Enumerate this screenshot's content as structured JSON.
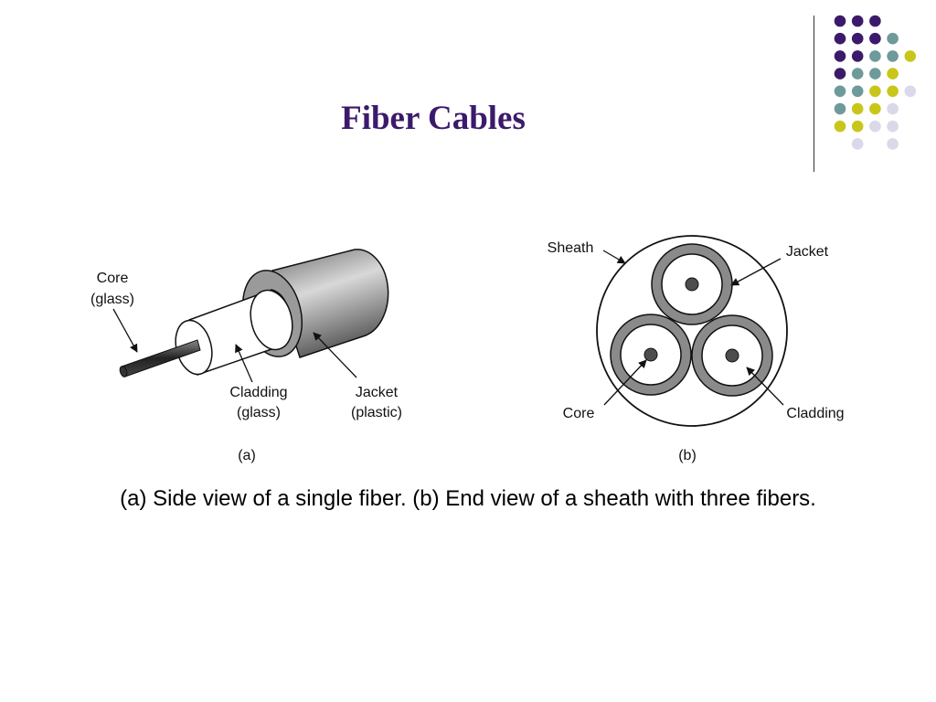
{
  "slide": {
    "title": "Fiber Cables",
    "caption": "(a) Side view of a single fiber. (b) End view of a sheath with three fibers."
  },
  "figure_a": {
    "core_label_line1": "Core",
    "core_label_line2": "(glass)",
    "cladding_label_line1": "Cladding",
    "cladding_label_line2": "(glass)",
    "jacket_label_line1": "Jacket",
    "jacket_label_line2": "(plastic)",
    "panel_label": "(a)"
  },
  "figure_b": {
    "sheath_label": "Sheath",
    "jacket_label": "Jacket",
    "core_label": "Core",
    "cladding_label": "Cladding",
    "panel_label": "(b)"
  },
  "colors": {
    "title": "#3c1a6b",
    "dot_purple": "#3c1a6b",
    "dot_teal": "#6e9a9c",
    "dot_yellow": "#c9c61b",
    "dot_lavender": "#d9d9ea",
    "ring_gray": "#8a8a8a",
    "core_gray": "#4d4d4d"
  }
}
